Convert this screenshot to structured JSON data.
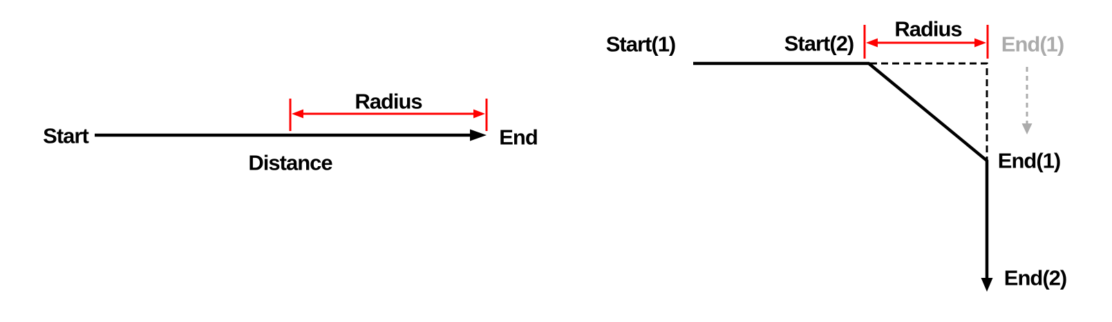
{
  "colors": {
    "ink": "#000000",
    "accent_red": "#ff0000",
    "ghost_gray": "#ababab",
    "background": "#ffffff"
  },
  "left_diagram": {
    "start_label": "Start",
    "end_label": "End",
    "distance_label": "Distance",
    "radius_label": "Radius"
  },
  "right_diagram": {
    "start1_label": "Start(1)",
    "start2_label": "Start(2)",
    "radius_label": "Radius",
    "ghost_end1_label": "End(1)",
    "end1_label": "End(1)",
    "end2_label": "End(2)"
  }
}
